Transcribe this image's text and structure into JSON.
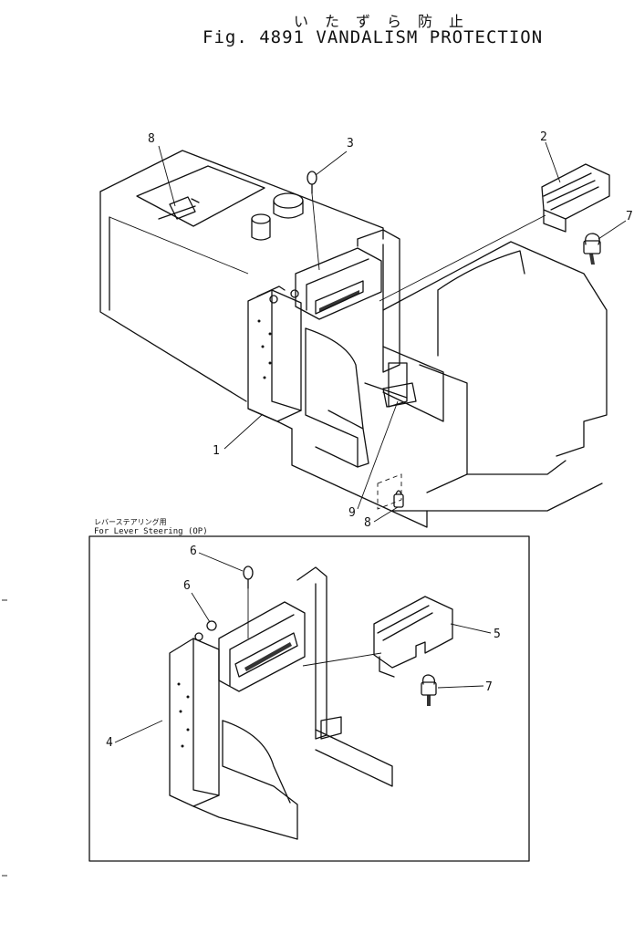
{
  "header": {
    "title_jp": "いたずら防止",
    "title_en": "Fig. 4891 VANDALISM PROTECTION"
  },
  "inset": {
    "note_jp": "レバーステアリング用",
    "note_en": "For Lever Steering (OP)"
  },
  "callouts": {
    "c1": "1",
    "c2": "2",
    "c3": "3",
    "c4": "4",
    "c5": "5",
    "c6a": "6",
    "c6b": "6",
    "c7a": "7",
    "c7b": "7",
    "c8a": "8",
    "c8b": "8",
    "c9": "9"
  }
}
